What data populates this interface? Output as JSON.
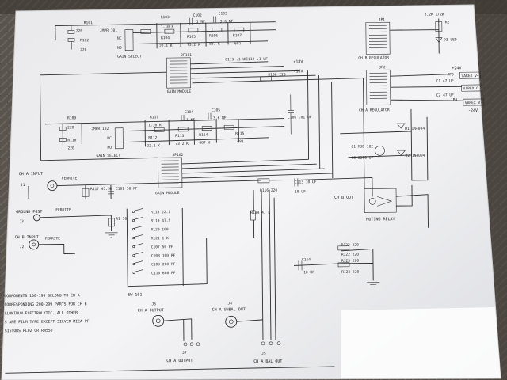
{
  "schematic": {
    "resistors_top_ch_a": [
      "R101",
      "220",
      "R102",
      "220",
      "R103",
      "1.10 K",
      "R104",
      "22.1 K",
      "R105",
      "73.2 K",
      "R106",
      "887 K",
      "R107",
      "681"
    ],
    "caps_top": [
      "C102",
      "1 NF",
      "C103",
      "3.6 NF"
    ],
    "jumper_a": "JMPR 101",
    "gain_select": "GAIN SELECT",
    "jp101": "JP101",
    "gain_module": "GAIN MODULE",
    "c111": "C111 .1 UF",
    "c112": "C112 .1 UF",
    "plus18": "+18V",
    "minus18": "-18V",
    "r108": "R108 220",
    "resistors_ch_b": [
      "R109",
      "220",
      "R110",
      "220",
      "R111",
      "1.10 K",
      "R112",
      "22.1 K",
      "R113",
      "73.2 K",
      "R114",
      "887 K",
      "R115",
      "681"
    ],
    "caps_ch_b": [
      "C104",
      "1 NF",
      "C105",
      "3.6 NF"
    ],
    "jumper_b": "JMPR 102",
    "c106": "C106 .01 UF",
    "jp102": "JP102",
    "jp1": "JP1",
    "ch_b_regulator": "CH B REGULATOR",
    "jp2": "JP2",
    "ch_a_regulator": "CH A REGULATOR",
    "r_led": "2.2K 1/2W",
    "r2": "R2",
    "d3": "D3 LED",
    "v24": "+24V",
    "jp3": "JP3",
    "c1": "C1 47 UF",
    "c2": "C2 47 UF",
    "jp4": "JP4",
    "neg24": "-24V",
    "vin_plus": "VAREX V+",
    "vin_gnd": "VAREX G",
    "vin_minus": "VAREX V-",
    "d1": "D1 1N4004",
    "d2": "D2 1N4004",
    "q1": "Q1 MJE 182",
    "c3": "C3 2200 UF",
    "ch_a_input": "CH A INPUT",
    "j1": "J1",
    "ferrite": "FERRITE",
    "r117": "R117 47.5K",
    "c101": "C101 50 PF",
    "r116": "R116 220",
    "c113": "C113 10 UF",
    "ch_b_out": "CH B OUT",
    "muting_relay": "MUTING RELAY",
    "ground_post": "GROUND POST",
    "j3": "J3",
    "r1": "R1 10",
    "ch_b_input": "CH B INPUT",
    "j2": "J2",
    "switch_bank": [
      "R118 22.1",
      "R119 47.5",
      "R120 100",
      "R121 1 K",
      "C107 50 PF",
      "C108 100 PF",
      "C109 200 PF",
      "C110 680 PF"
    ],
    "sw101": "SW 101",
    "r134": "R134 47 K",
    "r122": "R122 220",
    "r123": "R123 220",
    "c114": "C114",
    "c114v": "10 UF",
    "j6": "J6",
    "ch_a_output": "CH A OUTPUT",
    "j7": "J7",
    "ch_a_output2": "CH A OUTPUT",
    "j4": "J4",
    "ch_a_unbal": "CH A UNBAL OUT",
    "j5": "J5",
    "ch_a_bal": "CH A BAL OUT",
    "notes": [
      "COMPONENTS 100-199 BELONG TO CH A",
      "CORRESPONDING 200-299 PARTS FOR CH B",
      "ALUMINUM ELECTROLYTIC, ALL OTHER",
      "S ARE FILM TYPE EXCEPT SILVER MICA PF",
      "SISTORS RLO2 OR RN55D"
    ]
  }
}
